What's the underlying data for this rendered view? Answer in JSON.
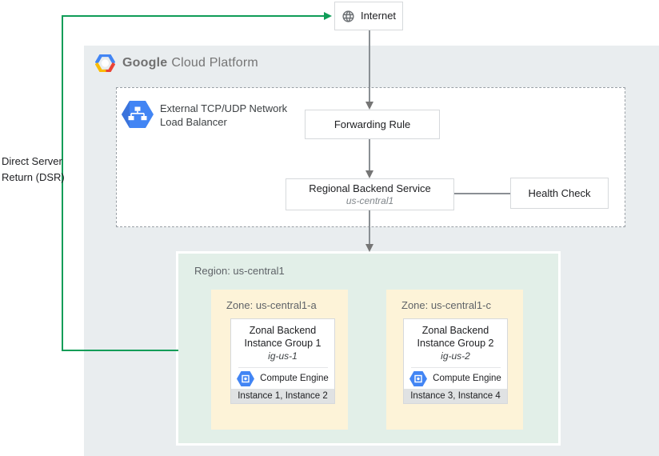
{
  "brand": {
    "google": "Google",
    "rest": "Cloud Platform"
  },
  "internet": {
    "label": "Internet"
  },
  "load_balancer": {
    "line1": "External TCP/UDP Network",
    "line2": "Load Balancer"
  },
  "forwarding_rule": {
    "label": "Forwarding Rule"
  },
  "backend_service": {
    "label": "Regional Backend Service",
    "region": "us-central1"
  },
  "health_check": {
    "label": "Health Check"
  },
  "region": {
    "label": "Region: us-central1"
  },
  "zones": [
    {
      "label": "Zone: us-central1-a",
      "group_line1": "Zonal Backend",
      "group_line2": "Instance Group 1",
      "group_id": "ig-us-1",
      "engine_label": "Compute Engine",
      "instances": "Instance 1, Instance 2"
    },
    {
      "label": "Zone: us-central1-c",
      "group_line1": "Zonal Backend",
      "group_line2": "Instance Group 2",
      "group_id": "ig-us-2",
      "engine_label": "Compute Engine",
      "instances": "Instance 3, Instance 4"
    }
  ],
  "dsr": {
    "line1": "Direct Server",
    "line2": "Return (DSR)"
  },
  "colors": {
    "dsr_green": "#0f9d58",
    "arrow_gray": "#757575",
    "icon_blue": "#4285f4",
    "platform_bg": "#e9edef",
    "region_bg": "#e2efe8",
    "zone_bg": "#fdf3d8",
    "footer_bg": "#e0e2e3"
  }
}
